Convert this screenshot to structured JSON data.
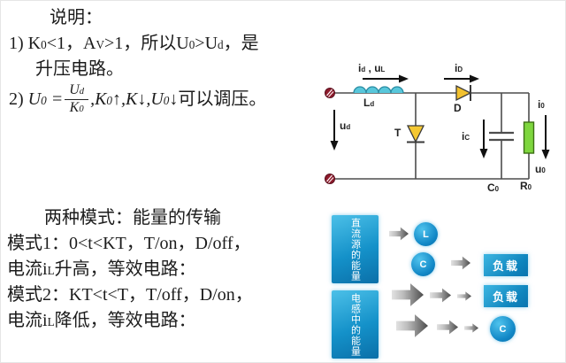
{
  "notes": {
    "heading": "说明：",
    "item1_prefix": "1)",
    "item1_line1": "1) K_0<1，A_V>1，所以U_0>U_d，是",
    "item1_line2": "升压电路。",
    "item2_prefix": "2)",
    "item2_lhs": "U_0 =",
    "item2_num": "U_d",
    "item2_den": "K_0",
    "item2_mathrest": ",K_0↑,K↓,U_0↓",
    "item2_tail": "可以调压。"
  },
  "modes": {
    "heading": "两种模式：能量的传输",
    "lines": [
      "模式1：0<t<KT，T/on，D/off，",
      "电流i_L升高，等效电路：",
      "模式2：KT<t<T，T/off，D/on，",
      "电流i_L降低，等效电路："
    ]
  },
  "circuit": {
    "labels": {
      "id_ul": "i_d , u_L",
      "Ld": "L_d",
      "ud": "u_d",
      "T": "T",
      "iD": "i_D",
      "D": "D",
      "iC": "i_C",
      "C0": "C_0",
      "R0": "R_0",
      "i0": "i_0",
      "u0": "u_0"
    },
    "colors": {
      "inductor": "#58c7db",
      "diode": "#f2c12e",
      "thyristor": "#f5c832",
      "resistor": "#7ed63e",
      "terminal": "#8e1b2c",
      "wire": "#4d4d4d"
    }
  },
  "energy": {
    "source_box": "直流源的能量",
    "inductor_box": "电感中的能量",
    "circle_L": "L",
    "circle_C1": "C",
    "circle_C2": "C",
    "load1": "负载",
    "load2": "负载",
    "colors": {
      "box_blue_light": "#4cc0e8",
      "box_blue_dark": "#0b6fa8",
      "arrow_light": "#e0e0e0",
      "arrow_dark": "#4f4f4f"
    }
  }
}
